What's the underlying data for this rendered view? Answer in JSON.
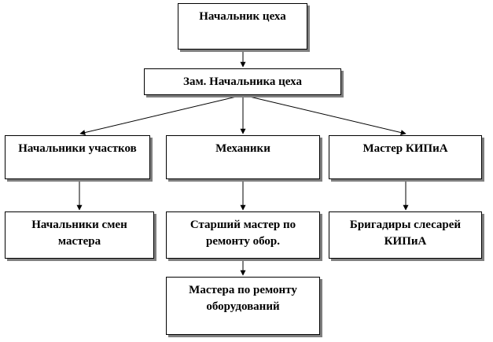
{
  "nodes": {
    "shop_head": "Начальник цеха",
    "deputy_head": "Зам. Начальника цеха",
    "section_heads": "Начальники участков",
    "mechanics": "Механики",
    "kipia_master": "Мастер КИПиА",
    "shift_heads": "Начальники смен\nмастера",
    "senior_repair_master": "Старший мастер по\nремонту обор.",
    "kipia_fitter_foremen": "Бригадиры слесарей\nКИПиА",
    "equipment_repair_masters": "Мастера по ремонту\nоборудований"
  },
  "colors": {
    "border": "#000000",
    "shadow": "#7f7f7f",
    "background": "#ffffff"
  }
}
